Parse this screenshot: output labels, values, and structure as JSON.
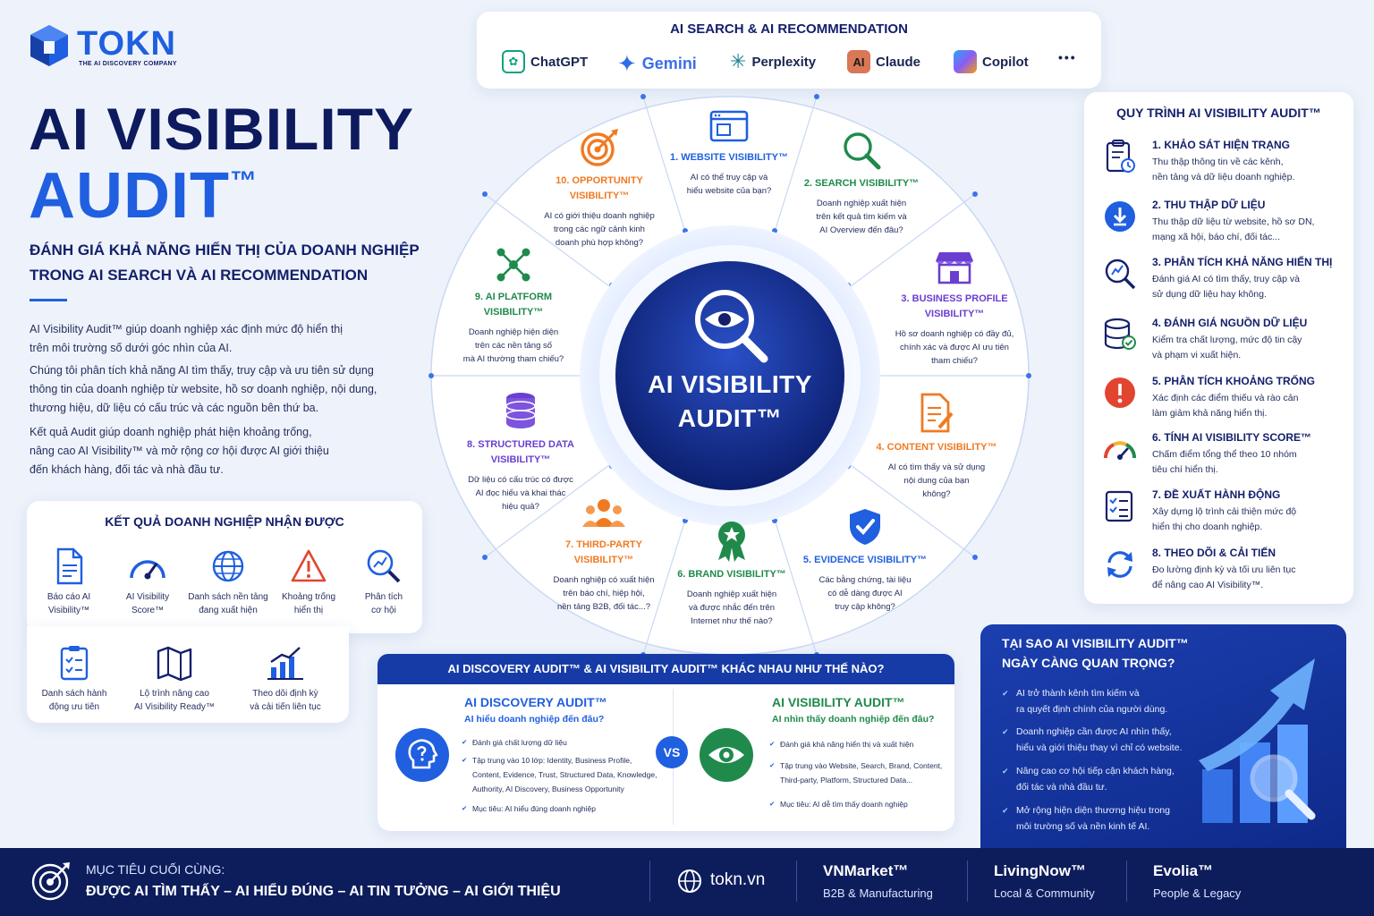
{
  "logo": {
    "name": "TOKN",
    "tagline": "THE AI DISCOVERY COMPANY"
  },
  "hero": {
    "title_line1": "AI VISIBILITY",
    "title_line2": "AUDIT",
    "title_mark": "™",
    "subtitle_line1": "ĐÁNH GIÁ KHẢ NĂNG HIỂN THỊ CỦA DOANH NGHIỆP",
    "subtitle_line2": "TRONG AI SEARCH VÀ AI RECOMMENDATION",
    "paragraphs": [
      [
        "AI Visibility Audit™ giúp doanh nghiệp xác định mức độ hiển thị",
        "trên môi trường số dưới góc nhìn của AI."
      ],
      [
        "Chúng tôi phân tích khả năng AI tìm thấy, truy cập và ưu tiên sử dụng",
        "thông tin của doanh nghiệp từ website, hồ sơ doanh nghiệp, nội dung,",
        "thương hiệu, dữ liệu có cấu trúc và các nguồn bên thứ ba."
      ],
      [
        "Kết quả Audit giúp doanh nghiệp phát hiện khoảng trống,",
        "nâng cao AI Visibility™ và mở rộng cơ hội được AI giới thiệu",
        "đến khách hàng, đối tác và nhà đầu tư."
      ]
    ]
  },
  "results": {
    "title": "KẾT QUẢ DOANH NGHIỆP NHẬN ĐƯỢC",
    "items": [
      [
        "Báo cáo AI",
        "Visibility™"
      ],
      [
        "AI Visibility",
        "Score™"
      ],
      [
        "Danh sách nền tảng",
        "đang xuất hiện"
      ],
      [
        "Khoảng trống",
        "hiển thị"
      ],
      [
        "Phân tích",
        "cơ hội"
      ],
      [
        "Danh sách hành",
        "động ưu tiên"
      ],
      [
        "Lộ trình nâng cao",
        "AI Visibility Ready™"
      ],
      [
        "Theo dõi định kỳ",
        "và cải tiến liên tục"
      ]
    ]
  },
  "ai_search": {
    "title": "AI SEARCH & AI RECOMMENDATION",
    "brands": [
      "ChatGPT",
      "Gemini",
      "Perplexity",
      "Claude",
      "Copilot",
      "•••"
    ],
    "claude_badge": "AI"
  },
  "wheel": {
    "center_line1": "AI VISIBILITY",
    "center_line2": "AUDIT™",
    "segments": [
      {
        "title": [
          "1. WEBSITE VISIBILITY™"
        ],
        "desc": [
          "AI có thể truy cập và",
          "hiểu website của bạn?"
        ]
      },
      {
        "title": [
          "2. SEARCH VISIBILITY™"
        ],
        "desc": [
          "Doanh nghiệp xuất hiện",
          "trên kết quả tìm kiếm và",
          "AI Overview đến đâu?"
        ]
      },
      {
        "title": [
          "3. BUSINESS PROFILE",
          "VISIBILITY™"
        ],
        "desc": [
          "Hồ sơ doanh nghiệp có đầy đủ,",
          "chính xác và được AI ưu tiên",
          "tham chiếu?"
        ]
      },
      {
        "title": [
          "4. CONTENT VISIBILITY™"
        ],
        "desc": [
          "AI có tìm thấy và sử dụng",
          "nội dung của bạn",
          "không?"
        ]
      },
      {
        "title": [
          "5. EVIDENCE VISIBILITY™"
        ],
        "desc": [
          "Các bằng chứng, tài liệu",
          "có dễ dàng được AI",
          "truy cập không?"
        ]
      },
      {
        "title": [
          "6. BRAND VISIBILITY™"
        ],
        "desc": [
          "Doanh nghiệp xuất hiện",
          "và được nhắc đến trên",
          "Internet như thế nào?"
        ]
      },
      {
        "title": [
          "7. THIRD-PARTY",
          "VISIBILITY™"
        ],
        "desc": [
          "Doanh nghiệp có xuất hiện",
          "trên báo chí, hiệp hội,",
          "nền tảng B2B, đối tác...?"
        ]
      },
      {
        "title": [
          "8. STRUCTURED DATA",
          "VISIBILITY™"
        ],
        "desc": [
          "Dữ liệu có cấu trúc có được",
          "AI đọc hiểu và khai thác",
          "hiệu quả?"
        ]
      },
      {
        "title": [
          "9. AI PLATFORM",
          "VISIBILITY™"
        ],
        "desc": [
          "Doanh nghiệp hiện diện",
          "trên các nền tảng số",
          "mà AI thường tham chiếu?"
        ]
      },
      {
        "title": [
          "10. OPPORTUNITY",
          "VISIBILITY™"
        ],
        "desc": [
          "AI có giới thiệu doanh nghiệp",
          "trong các ngữ cảnh kinh",
          "doanh phù hợp không?"
        ]
      }
    ]
  },
  "process": {
    "title": "QUY TRÌNH AI VISIBILITY AUDIT™",
    "steps": [
      {
        "title": "1. KHẢO SÁT HIỆN TRẠNG",
        "desc": [
          "Thu thập thông tin về các kênh,",
          "nền tảng và dữ liệu doanh nghiệp."
        ]
      },
      {
        "title": "2. THU THẬP DỮ LIỆU",
        "desc": [
          "Thu thập dữ liệu từ website, hồ sơ DN,",
          "mạng xã hội, báo chí, đối tác..."
        ]
      },
      {
        "title": "3. PHÂN TÍCH KHẢ NĂNG HIỂN THỊ",
        "desc": [
          "Đánh giá AI có tìm thấy, truy cập và",
          "sử dụng dữ liệu hay không."
        ]
      },
      {
        "title": "4. ĐÁNH GIÁ NGUỒN DỮ LIỆU",
        "desc": [
          "Kiểm tra chất lượng, mức độ tin cậy",
          "và phạm vi xuất hiện."
        ]
      },
      {
        "title": "5. PHÂN TÍCH KHOẢNG TRỐNG",
        "desc": [
          "Xác định các điểm thiếu và rào cản",
          "làm giảm khả năng hiển thị."
        ]
      },
      {
        "title": "6. TÍNH AI VISIBILITY SCORE™",
        "desc": [
          "Chấm điểm tổng thể theo 10 nhóm",
          "tiêu chí hiển thị."
        ]
      },
      {
        "title": "7. ĐỀ XUẤT HÀNH ĐỘNG",
        "desc": [
          "Xây dựng lộ trình cải thiện mức độ",
          "hiển thị cho doanh nghiệp."
        ]
      },
      {
        "title": "8. THEO DÕI & CẢI TIẾN",
        "desc": [
          "Đo lường định kỳ và tối ưu liên tục",
          "để nâng cao AI Visibility™."
        ]
      }
    ]
  },
  "why": {
    "title_line1": "TẠI SAO AI VISIBILITY AUDIT™",
    "title_line2": "NGÀY CÀNG QUAN TRỌNG?",
    "bullets": [
      [
        "AI trở thành kênh tìm kiếm và",
        "ra quyết định chính của người dùng."
      ],
      [
        "Doanh nghiệp cần được AI nhìn thấy,",
        "hiểu và giới thiệu thay vì chỉ có website."
      ],
      [
        "Nâng cao cơ hội tiếp cận khách hàng,",
        "đối tác và nhà đầu tư."
      ],
      [
        "Mở rộng hiện diện thương hiệu trong",
        "môi trường số và nền kinh tế AI."
      ]
    ]
  },
  "compare": {
    "title": "AI DISCOVERY AUDIT™ & AI VISIBILITY AUDIT™ KHÁC NHAU NHƯ THẾ NÀO?",
    "vs": "VS",
    "left": {
      "heading": "AI DISCOVERY AUDIT™",
      "sub": "AI hiểu doanh nghiệp đến đâu?",
      "bullets": [
        [
          "Đánh giá chất lượng dữ liệu"
        ],
        [
          "Tập trung vào 10 lớp: Identity, Business Profile,",
          "Content, Evidence, Trust, Structured Data, Knowledge,",
          "Authority, AI Discovery, Business Opportunity"
        ],
        [
          "Mục tiêu: AI hiểu đúng doanh nghiệp"
        ]
      ]
    },
    "right": {
      "heading": "AI VISIBILITY AUDIT™",
      "sub": "AI nhìn thấy doanh nghiệp đến đâu?",
      "bullets": [
        [
          "Đánh giá khả năng hiển thị và xuất hiện"
        ],
        [
          "Tập trung vào Website, Search, Brand, Content,",
          "Third-party, Platform, Structured Data..."
        ],
        [
          "Mục tiêu: AI dễ tìm thấy doanh nghiệp"
        ]
      ]
    }
  },
  "footer": {
    "goal_label": "MỤC TIÊU CUỐI CÙNG:",
    "motto": "ĐƯỢC AI TÌM THẤY – AI HIỂU ĐÚNG – AI TIN TƯỞNG – AI GIỚI THIỆU",
    "website": "tokn.vn",
    "brands": [
      {
        "name": "VNMarket™",
        "desc": "B2B & Manufacturing"
      },
      {
        "name": "LivingNow™",
        "desc": "Local & Community"
      },
      {
        "name": "Evolia™",
        "desc": "People & Legacy"
      }
    ]
  },
  "colors": {
    "navy": "#14206b",
    "blue": "#1f5fe0",
    "orange": "#f07a22",
    "green": "#1f8a4c",
    "purple": "#6a3fd0",
    "footer": "#0d1d5c"
  }
}
